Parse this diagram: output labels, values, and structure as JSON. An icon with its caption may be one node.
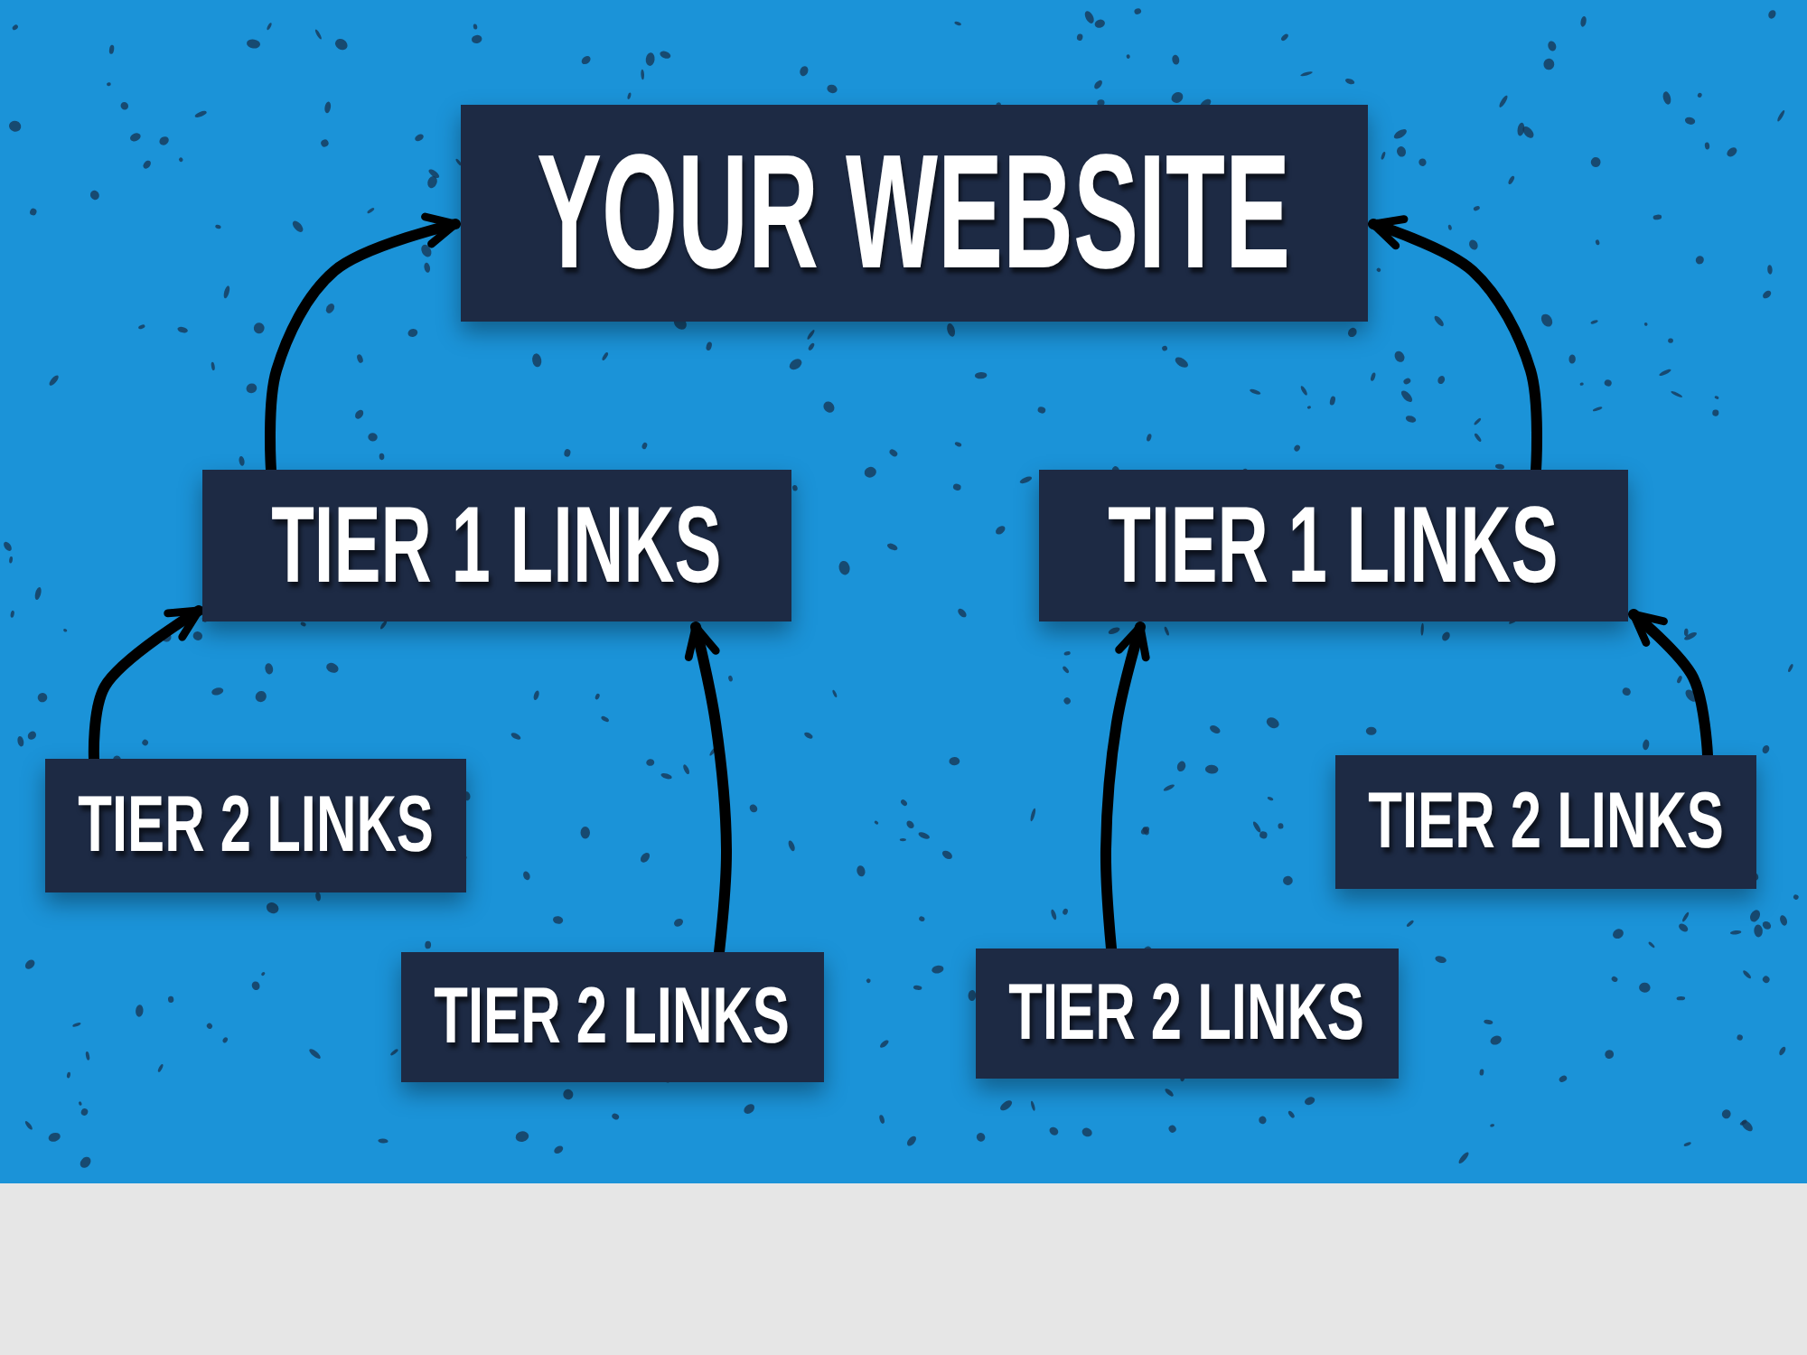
{
  "diagram": {
    "nodes": [
      {
        "text": [
          "YOUR WEBSITE"
        ]
      },
      {
        "text": [
          "TIER 1 LINKS"
        ]
      },
      {
        "text": [
          "TIER 1 LINKS"
        ]
      },
      {
        "text": [
          "TIER 2 LINKS"
        ]
      },
      {
        "text": [
          "TIER 2 LINKS"
        ]
      },
      {
        "text": [
          "TIER 2 LINKS"
        ]
      },
      {
        "text": [
          "TIER 2 LINKS"
        ]
      }
    ],
    "edges": [
      {
        "from": 1,
        "to": 0,
        "arrow": "to"
      },
      {
        "from": 2,
        "to": 0,
        "arrow": "to"
      },
      {
        "from": 3,
        "to": 1,
        "arrow": "to"
      },
      {
        "from": 4,
        "to": 1,
        "arrow": "to"
      },
      {
        "from": 5,
        "to": 2,
        "arrow": "to"
      },
      {
        "from": 6,
        "to": 2,
        "arrow": "to"
      }
    ]
  }
}
